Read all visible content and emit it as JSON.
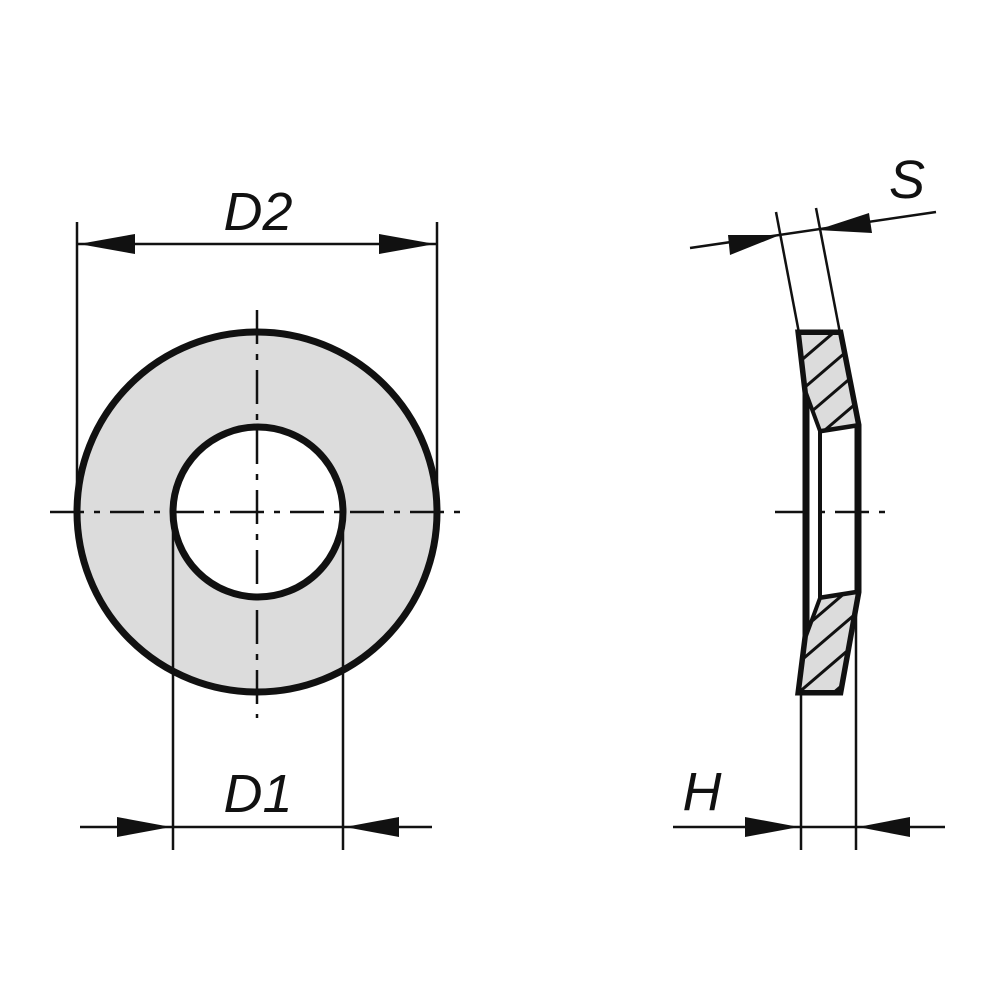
{
  "labels": {
    "outer_diameter": "D2",
    "inner_diameter": "D1",
    "thickness": "S",
    "height": "H"
  },
  "colors": {
    "outline": "#111111",
    "fill": "#dcdcdc",
    "background": "#ffffff"
  }
}
